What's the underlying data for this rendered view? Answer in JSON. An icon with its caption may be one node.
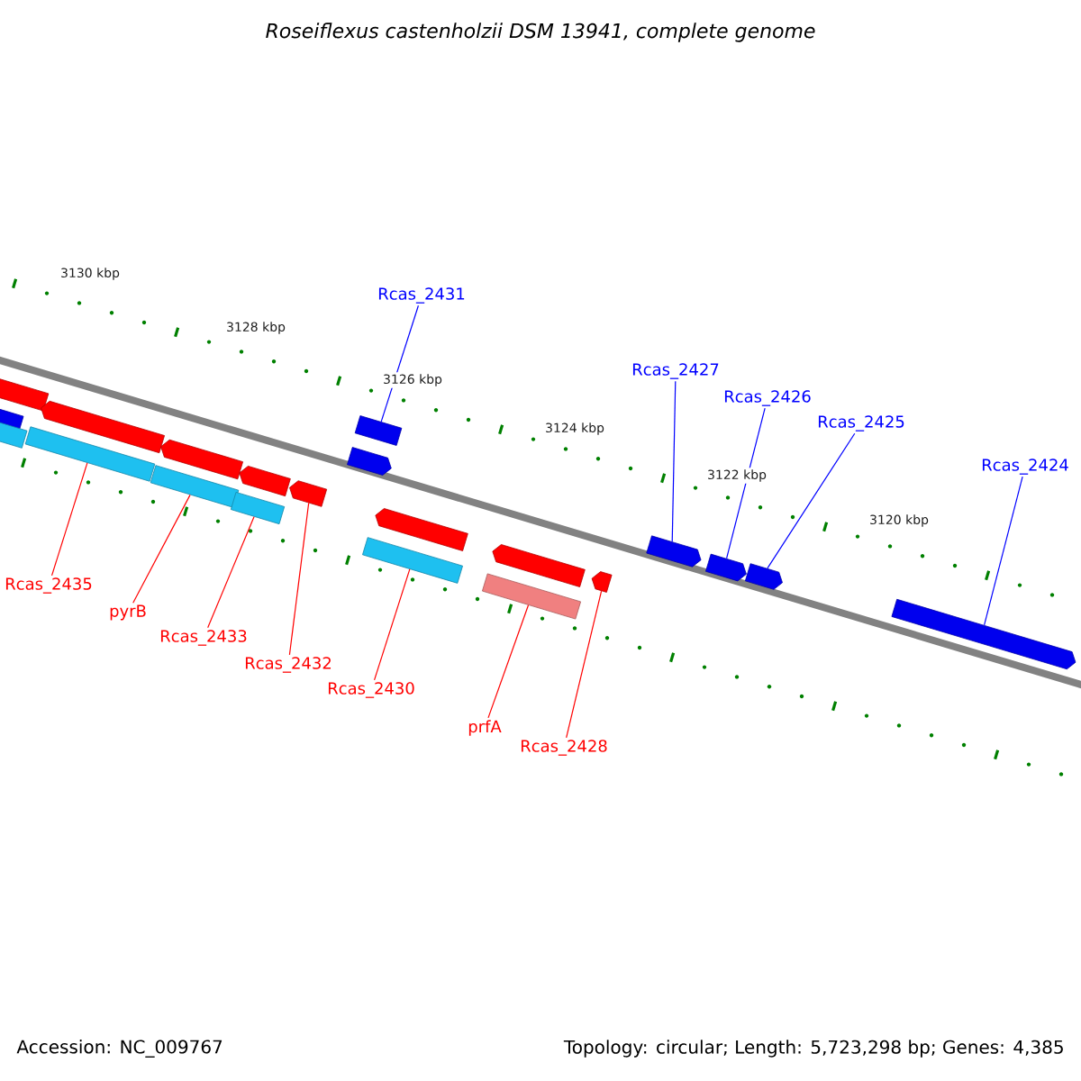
{
  "diagram": {
    "title": "Roseiflexus castenholzii DSM 13941, complete genome",
    "nodes": [
      {
        "text": [
          "Rcas_2431"
        ]
      },
      {
        "text": [
          "Rcas_2427"
        ]
      },
      {
        "text": [
          "Rcas_2426"
        ]
      },
      {
        "text": [
          "Rcas_2425"
        ]
      },
      {
        "text": [
          "Rcas_2424"
        ]
      },
      {
        "text": [],
        "shape": "arrow"
      },
      {
        "text": [],
        "shape": "arrow"
      },
      {
        "text": [],
        "shape": "arrow"
      },
      {
        "text": [],
        "shape": "arrow"
      },
      {
        "text": [],
        "shape": "arrow"
      },
      {
        "text": [],
        "shape": "arrow"
      },
      {
        "text": [],
        "shape": "arrow"
      },
      {
        "text": [],
        "shape": "arrow"
      },
      {
        "text": [],
        "shape": "arrow"
      },
      {
        "text": [],
        "shape": "arrow"
      },
      {
        "text": [],
        "shape": "arrow"
      },
      {
        "text": [],
        "shape": "arrow"
      },
      {
        "text": [],
        "shape": "arrow"
      },
      {
        "text": [],
        "shape": "arrow"
      },
      {
        "text": [],
        "shape": "arrow"
      },
      {
        "text": [],
        "shape": "arrow"
      },
      {
        "text": [],
        "shape": "arrow"
      },
      {
        "text": [],
        "shape": "arrow"
      },
      {
        "text": [],
        "shape": "arrow"
      },
      {
        "text": [],
        "shape": "arrow"
      },
      {
        "text": [],
        "shape": "arrow"
      },
      {
        "text": [
          "Rcas_2435"
        ]
      },
      {
        "text": [
          "pyrB"
        ]
      },
      {
        "text": [
          "Rcas_2433"
        ]
      },
      {
        "text": [
          "Rcas_2432"
        ]
      },
      {
        "text": [
          "Rcas_2430"
        ]
      },
      {
        "text": [
          "prfA"
        ]
      },
      {
        "text": [
          "Rcas_2428"
        ]
      }
    ],
    "edges": [
      {
        "from": 0,
        "to": 5,
        "arrow": "none",
        "color": "#0000ff"
      },
      {
        "from": 1,
        "to": 7,
        "arrow": "none",
        "color": "#0000ff"
      },
      {
        "from": 2,
        "to": 8,
        "arrow": "none",
        "color": "#0000ff"
      },
      {
        "from": 3,
        "to": 9,
        "arrow": "none",
        "color": "#0000ff"
      },
      {
        "from": 4,
        "to": 10,
        "arrow": "none",
        "color": "#0000ff"
      },
      {
        "from": 26,
        "to": 21,
        "arrow": "none"
      },
      {
        "from": 27,
        "to": 22,
        "arrow": "none"
      },
      {
        "from": 28,
        "to": 23,
        "arrow": "none"
      },
      {
        "from": 29,
        "to": 15,
        "arrow": "none"
      },
      {
        "from": 30,
        "to": 24,
        "arrow": "none"
      },
      {
        "from": 31,
        "to": 25,
        "arrow": "none"
      },
      {
        "from": 32,
        "to": 18,
        "arrow": "none"
      }
    ],
    "labels": [
      "3130 kbp",
      "3128 kbp",
      "3126 kbp",
      "3124 kbp",
      "3122 kbp",
      "3120 kbp",
      "Accession: NC_009767",
      "Topology: circular; Length: 5,723,298 bp; Genes: 4,385"
    ]
  }
}
